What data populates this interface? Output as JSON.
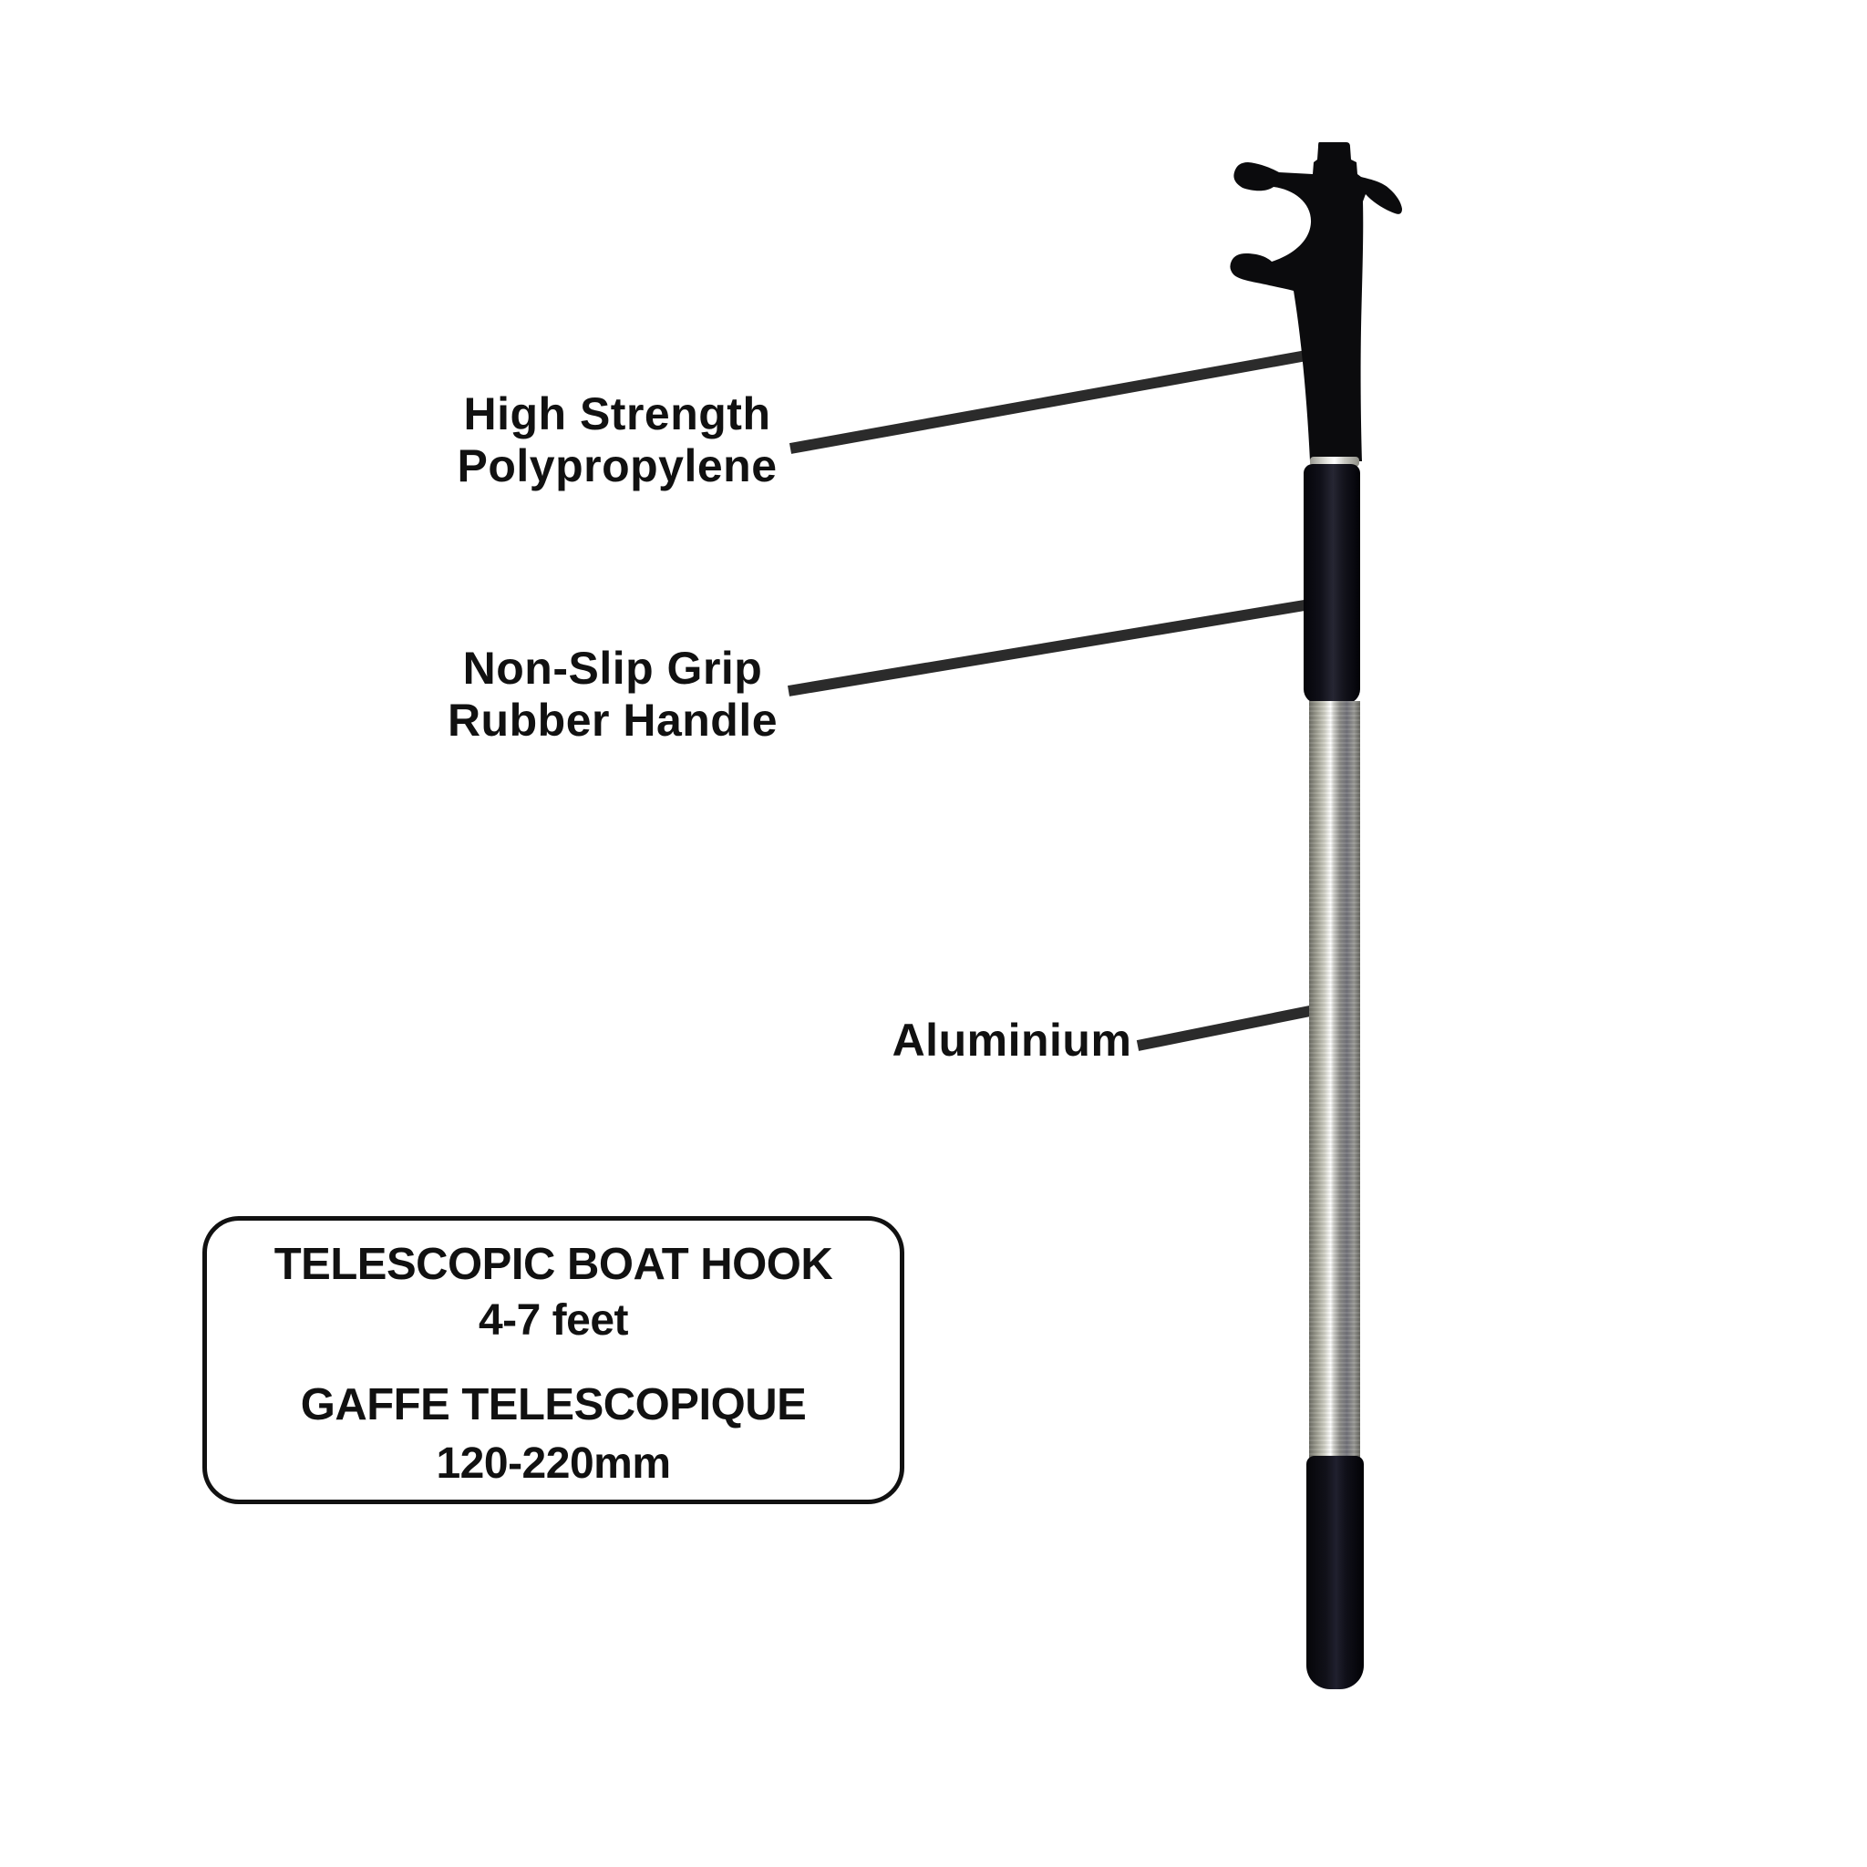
{
  "page": {
    "background": "#ffffff",
    "subject": "telescopic boat hook product diagram"
  },
  "labels": {
    "polypropylene": {
      "line1": "High Strength",
      "line2": "Polypropylene"
    },
    "grip": {
      "line1": "Non-Slip Grip",
      "line2": "Rubber Handle"
    },
    "aluminium": {
      "line1": "Aluminium"
    }
  },
  "info_box": {
    "product_name_en": "TELESCOPIC BOAT HOOK",
    "size_en": "4-7 feet",
    "product_name_fr": "GAFFE TELESCOPIQUE",
    "size_fr": "120-220mm"
  },
  "colors": {
    "background": "#ffffff",
    "text": "#111111",
    "leader_line": "#2b2b2b",
    "box_border": "#111111",
    "hook_black": "#0b0b0d",
    "grip_black": "#0d0d15",
    "end_cap_black": "#09090d",
    "pole_silver": "#a3a396",
    "pole_highlight": "#ffffff"
  }
}
